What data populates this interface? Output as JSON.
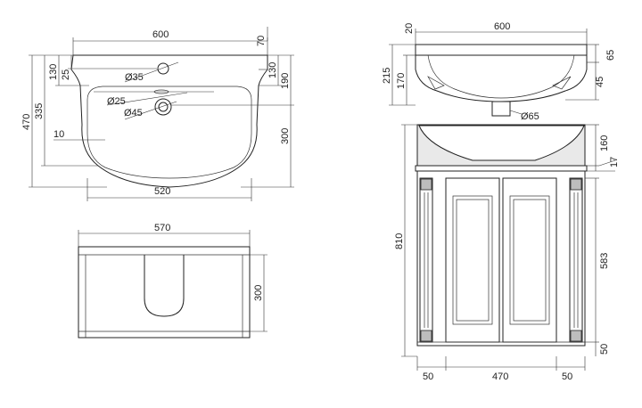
{
  "top_view": {
    "width": "600",
    "right_offset": "70",
    "rim_to_hole": "130",
    "hole_depth": "25",
    "left_depth": "335",
    "overall_depth": "470",
    "right_130": "130",
    "right_190": "190",
    "basin_depth": "300",
    "side_margin": "10",
    "bottom_width": "520",
    "tap_hole": "Ø35",
    "overflow": "Ø25",
    "drain": "Ø45"
  },
  "cabinet_top": {
    "width": "570",
    "depth": "300"
  },
  "side_sink": {
    "width": "600",
    "rim": "20",
    "height": "215",
    "inner": "170",
    "right_65": "65",
    "right_45": "45",
    "drain": "Ø65"
  },
  "front_view": {
    "basin_h": "160",
    "top_h": "17",
    "height": "810",
    "door_h": "583",
    "plinth": "50",
    "left_w": "50",
    "mid_w": "470",
    "right_w": "50"
  }
}
